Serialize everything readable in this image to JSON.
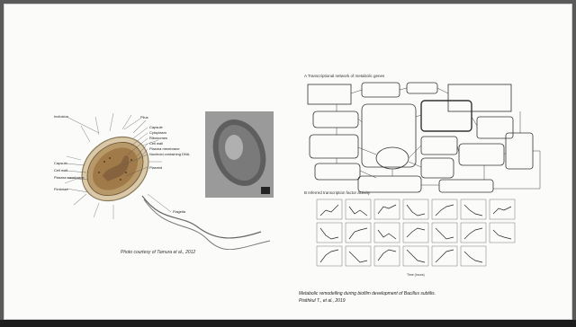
{
  "slide": {
    "left_figure": {
      "caption": "Photo courtesy of Tamura et al., 2012",
      "labels_left": [
        "Inclusion",
        "Capsule",
        "Cell wall",
        "Plasma membrane",
        "Fimbriae"
      ],
      "labels_right": [
        "Pilus",
        "Capsule",
        "Cytoplasm",
        "Ribosomes",
        "Cell wall",
        "Plasma membrane",
        "Nucleoid containing DNA",
        "Plasmid",
        "Flagella"
      ]
    },
    "right_figure": {
      "panel_a_title": "A  Transcriptional network of metabolic genes",
      "panel_b_title": "B  Inferred transcription factor activity",
      "x_axis_label": "Time (hours)",
      "caption_line1": "Metabolic remodelling during biofilm development of Bacillus subtilis.",
      "caption_line2": "Pisithkul T., et al., 2019"
    }
  }
}
